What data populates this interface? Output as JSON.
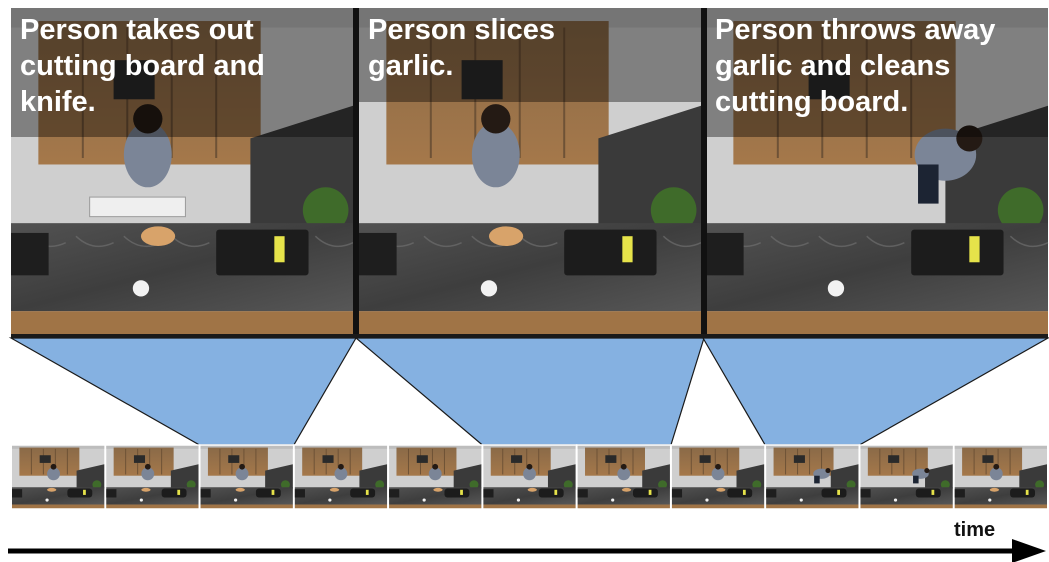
{
  "panels": [
    {
      "caption_lines": [
        "Person takes out",
        "cutting board and",
        "knife."
      ],
      "pose": "standing",
      "from_frame": 2,
      "to_frame": 3
    },
    {
      "caption_lines": [
        "Person slices",
        "garlic."
      ],
      "pose": "slicing",
      "from_frame": 5,
      "to_frame": 7
    },
    {
      "caption_lines": [
        "Person throws away",
        "garlic and cleans",
        "cutting board."
      ],
      "pose": "bending",
      "from_frame": 8,
      "to_frame": 9
    }
  ],
  "filmstrip": {
    "frame_count": 11,
    "person_positions": [
      0.45,
      0.45,
      0.45,
      0.5,
      0.5,
      0.5,
      0.5,
      0.5,
      0.6,
      0.65,
      0.45
    ]
  },
  "time_label": "time",
  "colors": {
    "funnel": "#85b1e1",
    "wood": "#a07446",
    "counter": "#4a4a4a",
    "frame_border": "#111111",
    "arrow": "#000000"
  }
}
